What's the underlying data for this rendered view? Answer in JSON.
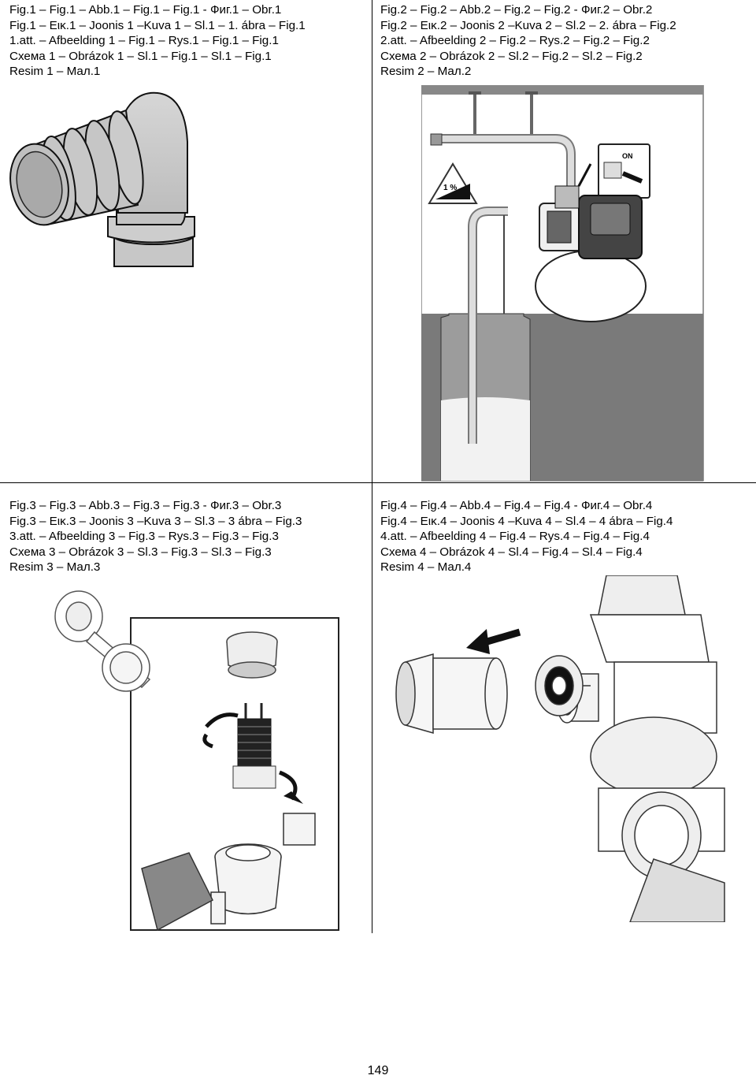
{
  "captions": {
    "fig1": "Fig.1 – Fig.1 – Abb.1 – Fig.1 – Fig.1 - Фиг.1 – Obr.1\nFig.1 – Εικ.1 – Joonis 1 –Kuva 1 – Sl.1 – 1. ábra – Fig.1\n1.att. – Afbeelding 1 – Fig.1 – Rys.1 – Fig.1 – Fig.1\nСхема 1 – Obrázok 1 – Sl.1 – Fig.1 – Sl.1 – Fig.1\nResim 1 – Мал.1",
    "fig2": "Fig.2 – Fig.2 – Abb.2 – Fig.2 – Fig.2 - Фиг.2 – Obr.2\nFig.2 – Εικ.2 – Joonis 2 –Kuva 2 – Sl.2 – 2. ábra – Fig.2\n2.att. – Afbeelding 2 – Fig.2 – Rys.2 – Fig.2 – Fig.2\nСхема 2 – Obrázok 2 – Sl.2 – Fig.2 – Sl.2 – Fig.2\nResim 2 – Мал.2",
    "fig3": "Fig.3 – Fig.3 – Abb.3 – Fig.3 – Fig.3 - Фиг.3 – Obr.3\nFig.3 – Εικ.3 – Joonis 3 –Kuva 3 – Sl.3 – 3 ábra – Fig.3\n3.att. – Afbeelding 3 – Fig.3 – Rys.3 – Fig.3 – Fig.3\nСхема 3 – Obrázok 3 – Sl.3 – Fig.3 – Sl.3 – Fig.3\nResim 3 – Мал.3",
    "fig4": "Fig.4 – Fig.4 – Abb.4 – Fig.4 – Fig.4 - Фиг.4 – Obr.4\nFig.4 – Εικ.4 – Joonis 4 –Kuva 4 – Sl.4 – 4 ábra – Fig.4\n4.att. – Afbeelding 4 – Fig.4 – Rys.4 – Fig.4 – Fig.4\nСхема 4 – Obrázok 4 – Sl.4 – Fig.4 – Sl.4 – Fig.4\nResim 4 – Мал.4"
  },
  "fig2_labels": {
    "switch_on": "ON",
    "slope": "1 %"
  },
  "page_number": "149"
}
